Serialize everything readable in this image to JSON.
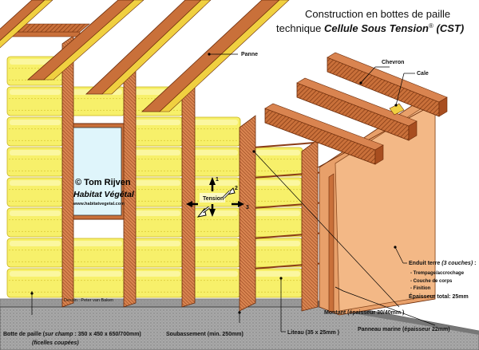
{
  "title": {
    "line1": "Construction en bottes de paille",
    "line2_plain": "technique ",
    "line2_bold": "Cellule  Sous Tension",
    "line2_mark": "®",
    "line2_tail": " (CST)"
  },
  "credit": {
    "author": "© Tom Rijven",
    "org": "Habitat Végétal",
    "url": "www.habitatvegetal.com",
    "design": "Dessin : Peter van Baken"
  },
  "tension": {
    "label": "Tension",
    "n1": "1",
    "n2": "2",
    "n3": "3"
  },
  "labels": {
    "panne": "Panne",
    "chevron": "Chevron",
    "cale": "Cale",
    "enduit_title": "Enduit terre",
    "enduit_count": "(3 couches)",
    "enduit_colon": " :",
    "enduit_1": "- Trempage/accrochage",
    "enduit_2": "- Couche de corps",
    "enduit_3": "- Finition",
    "enduit_total": "Épaisseur total:  25mm",
    "montant": "Montant (épaisseur 30/40mm  )",
    "panneau": "Panneau marine (épaisseur 22mm)",
    "liteau": "Liteau (35 x 25mm )",
    "soubassement": "Soubassement  (min. 250mm)",
    "botte_a": "Botte de paille (",
    "botte_b": "sur champ",
    "botte_c": " : 350 x 450 x 650/700mm)",
    "ficelles": "(ficelles coupées)"
  },
  "colors": {
    "straw": "#f7f06a",
    "straw_light": "#fbf7a6",
    "straw_line": "#c9b21a",
    "timber": "#c9703a",
    "timber_dark": "#8a3c16",
    "render": "#f3b886",
    "window": "#dff5fb",
    "base": "#a8a8a8"
  }
}
